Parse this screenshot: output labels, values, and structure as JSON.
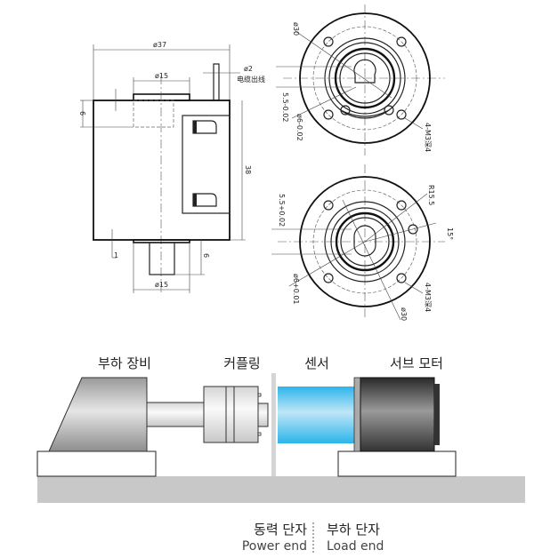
{
  "drawing": {
    "side_view": {
      "outer_diameter": "ø37",
      "top_boss_diameter": "ø15",
      "bottom_boss_diameter": "ø15",
      "cable_diameter": "ø2",
      "cable_label": "电缆出线",
      "height": "38",
      "top_depth": "6",
      "bottom_shaft_length": "6",
      "bottom_offset": "1"
    },
    "front_view": {
      "diameter": "ø30",
      "flat": "5.5-0.02",
      "bore": "ø6-0.02",
      "holes": "4-M3深4"
    },
    "rear_view": {
      "flat": "5.5+0.02",
      "bore": "ø6+0.01",
      "radius": "R15.5",
      "angle": "15°",
      "diameter": "ø30",
      "holes": "4-M3深4"
    }
  },
  "setup": {
    "load_device": "부하 장비",
    "coupling": "커플링",
    "sensor": "센서",
    "servo_motor": "서브 모터",
    "power_end_ko": "동력 단자",
    "power_end_en": "Power end",
    "load_end_ko": "부하 단자",
    "load_end_en": "Load end",
    "sensor_color": "#2bb5ea",
    "ground_color": "#c8c8c8"
  }
}
